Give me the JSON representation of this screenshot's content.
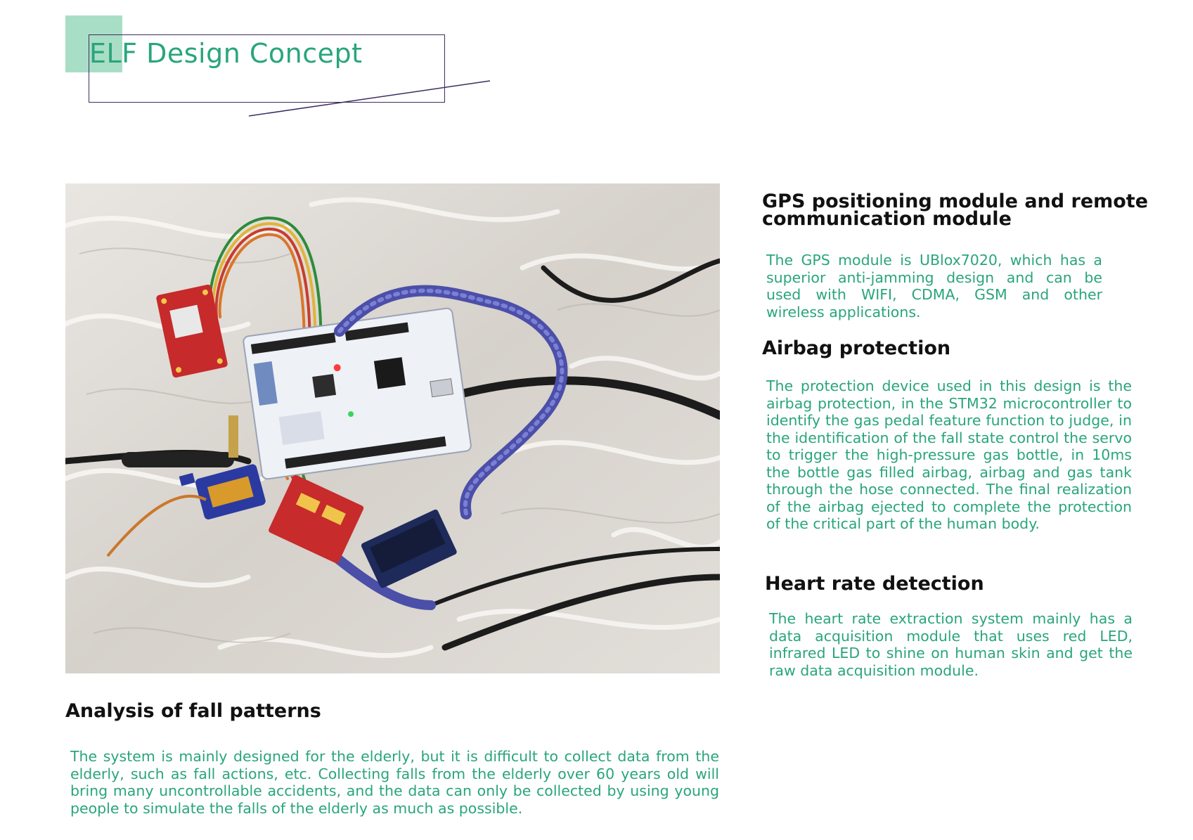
{
  "header": {
    "title": "ELF Design Concept"
  },
  "photo": {
    "label": "photo-of-prototype-hardware-on-white-fur"
  },
  "sections": {
    "gps": {
      "heading": "GPS positioning module and remote communication module",
      "body": "The GPS module is UBlox7020, which has a superior anti-jamming design and can be used with WIFI, CDMA, GSM and other wireless applications."
    },
    "airbag": {
      "heading": "Airbag protection",
      "body": "The protection device used in this design is the airbag protection, in the STM32 microcontroller to identify the gas pedal feature function to judge, in the identification of the fall state control the servo to trigger the high-pressure gas bottle, in 10ms the bottle gas filled airbag, airbag and gas tank through the hose connected. The final realization of the airbag ejected to complete the protection of the critical part of the human body."
    },
    "heart": {
      "heading": "Heart rate detection",
      "body": "The heart rate extraction system mainly has a data acquisition module that uses red LED, infrared LED to shine on human skin and get the raw data acquisition module."
    },
    "fall": {
      "heading": "Analysis of fall patterns",
      "body": "The system is mainly designed for the elderly, but it is difficult to collect data from the elderly, such as fall actions, etc. Collecting falls from the elderly over 60 years old will bring many uncontrollable accidents, and the data can only be collected by using young people to simulate the falls of the elderly as much as possible."
    }
  },
  "colors": {
    "accent": "#29a57c",
    "accent_light": "#a9dec6",
    "frame": "#3d2d63",
    "heading": "#111111"
  }
}
